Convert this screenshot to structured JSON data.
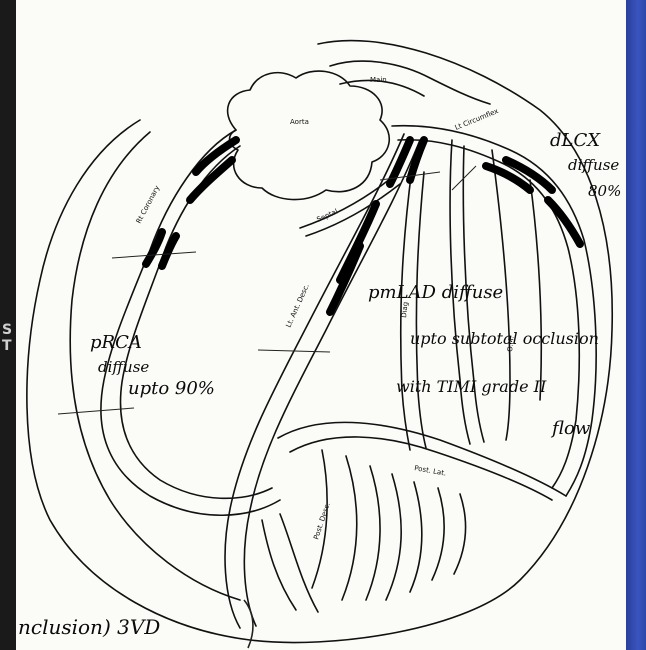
{
  "side_glyph": "S\nT",
  "printed_labels": {
    "aorta": "Aorta",
    "main": "Main",
    "lt_circumflex": "Lt Circumflex",
    "rt_coronary": "Rt Coronary",
    "septal": "Septal",
    "lt_ant_desc": "Lt. Ant. Desc.",
    "diag": "Diag",
    "om": "O.M.",
    "post_lat": "Post. Lat.",
    "post_desc": "Post. Desc."
  },
  "annotations": {
    "dlcx_line1": "dLCX",
    "dlcx_line2": "diffuse",
    "dlcx_line3": "80%",
    "lad_line1": "pmLAD diffuse",
    "lad_line2": "upto subtotal occlusion",
    "lad_line3": "with TIMI grade II",
    "lad_line4": "flow",
    "rca_line1": "pRCA",
    "rca_line2": "diffuse",
    "rca_line3": "upto 90%",
    "conclusion": "nclusion) 3VD"
  },
  "colors": {
    "background": "#0c0c0c",
    "paper": "#fbfbf8",
    "ink": "#0a0a0a",
    "side_strip": "#3a55c0"
  }
}
